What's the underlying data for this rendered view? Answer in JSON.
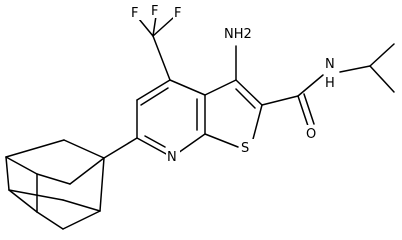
{
  "molecule": {
    "labels": {
      "f_top_left": "F",
      "f_top_mid": "F",
      "f_top_right": "F",
      "amine": "NH2",
      "amide_nitrogen": "N",
      "amide_nh": "H",
      "pyridine_nitrogen": "N",
      "thiophene_sulfur": "S",
      "carbonyl_oxygen": "O"
    }
  }
}
